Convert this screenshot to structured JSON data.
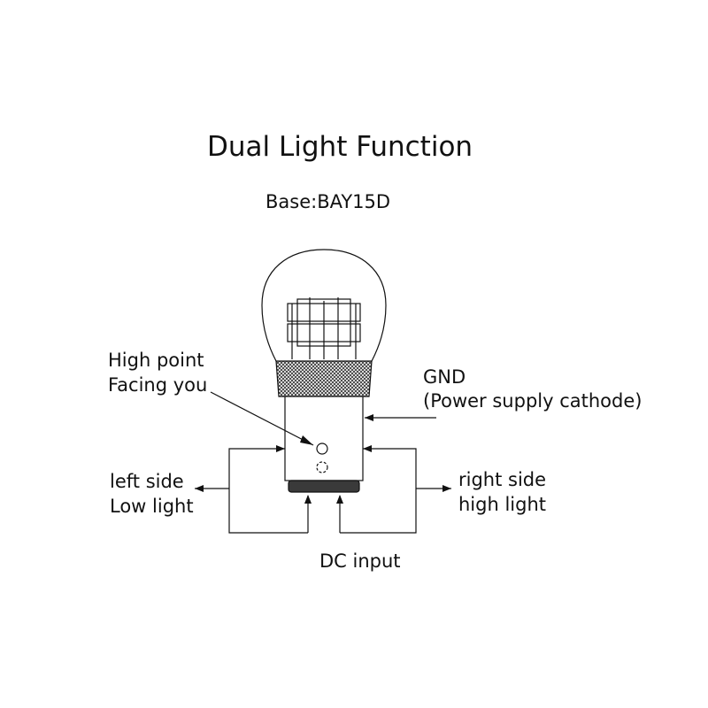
{
  "title": "Dual Light Function",
  "base_label": "Base:BAY15D",
  "labels": {
    "high_point_line1": "High point",
    "high_point_line2": "Facing you",
    "gnd_line1": "GND",
    "gnd_line2": "(Power supply cathode)",
    "left_line1": "left side",
    "left_line2": "Low light",
    "right_line1": "right side",
    "right_line2": "high light",
    "dc_input": "DC input"
  },
  "colors": {
    "line": "#111111",
    "glass": "#ffffff",
    "collar_fill": "#6b6b6b",
    "base_cap": "#3a3a3a"
  }
}
